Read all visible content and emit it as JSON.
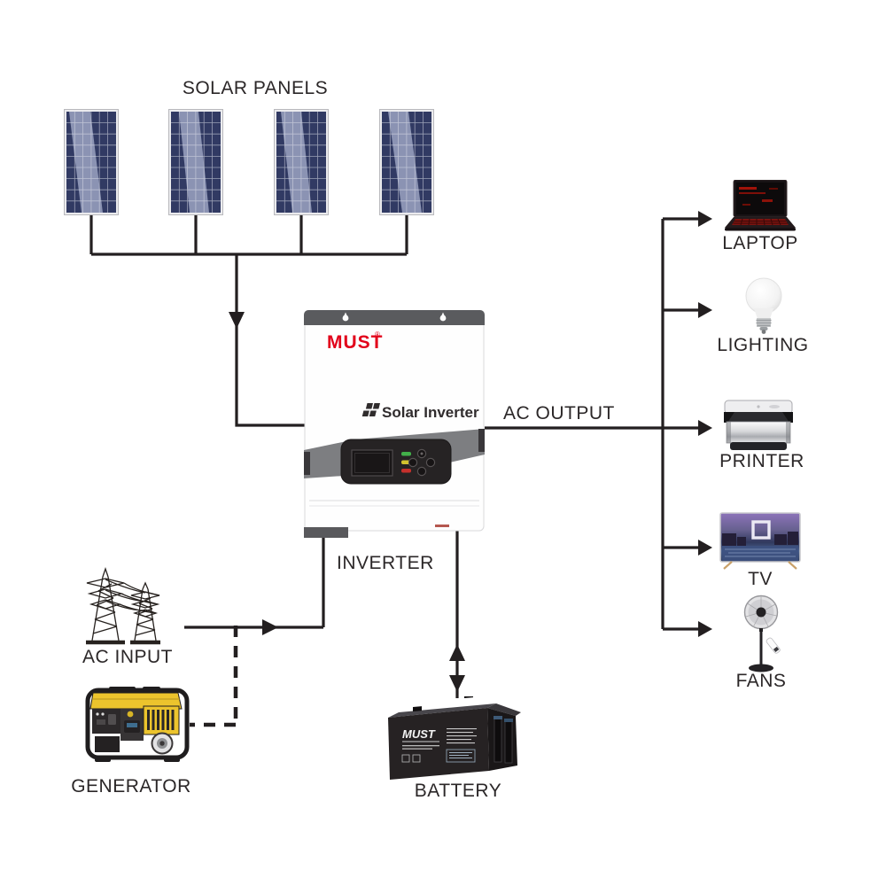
{
  "solar_panels": {
    "label": "SOLAR PANELS",
    "count": 4,
    "icon": "solar-panel-icon"
  },
  "inverter": {
    "brand": "MUST",
    "trademark": "®",
    "product_label": "Solar Inverter",
    "caption": "INVERTER",
    "icon": "solar-cells-icon"
  },
  "output": {
    "label": "AC OUTPUT"
  },
  "source_labels": {
    "ac_input": "AC INPUT",
    "generator": "GENERATOR"
  },
  "battery": {
    "brand": "MUST",
    "caption": "BATTERY",
    "icon": "battery-icon"
  },
  "loads": [
    {
      "id": "laptop",
      "label": "LAPTOP",
      "icon": "laptop-icon"
    },
    {
      "id": "lighting",
      "label": "LIGHTING",
      "icon": "light-bulb-icon"
    },
    {
      "id": "printer",
      "label": "PRINTER",
      "icon": "printer-icon"
    },
    {
      "id": "tv",
      "label": "TV",
      "icon": "tv-icon"
    },
    {
      "id": "fans",
      "label": "FANS",
      "icon": "pedestal-fan-icon"
    }
  ],
  "icons": [
    "transmission-towers-icon",
    "generator-icon"
  ],
  "colors": {
    "line": "#231f20",
    "brand_red": "#e2001a",
    "panel_blue": "#313a63",
    "panel_stripe": "#939bba",
    "generator_yellow": "#ecc42d",
    "text": "#2b2728"
  }
}
